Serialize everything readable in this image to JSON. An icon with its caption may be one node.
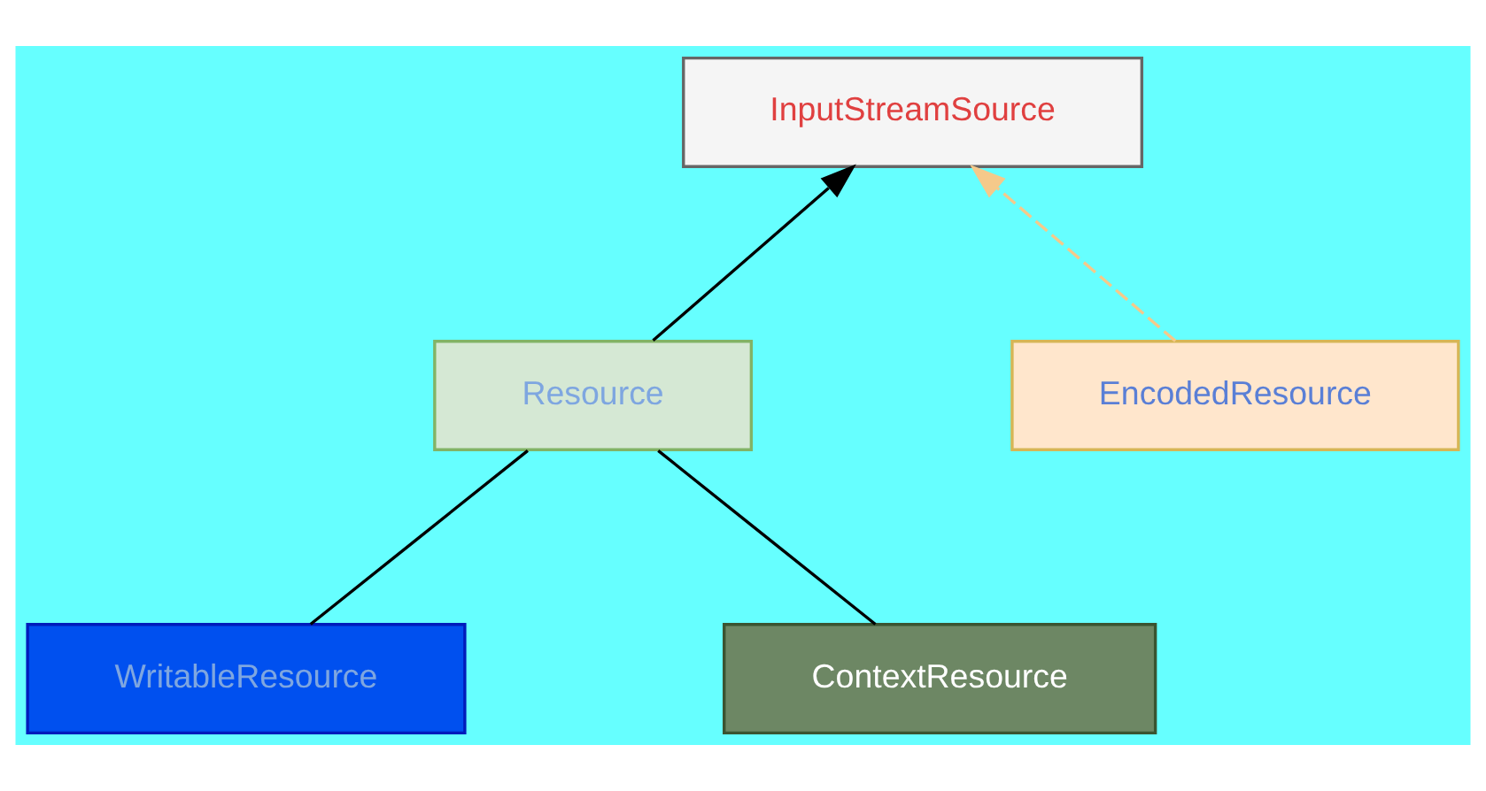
{
  "diagram": {
    "nodes": [
      {
        "text": [
          "InputStreamSource"
        ]
      },
      {
        "text": [
          "Resource"
        ]
      },
      {
        "text": [
          "EncodedResource"
        ]
      },
      {
        "text": [
          "WritableResource"
        ]
      },
      {
        "text": [
          "ContextResource"
        ]
      }
    ],
    "edges": [
      {
        "from": 1,
        "to": 0,
        "arrow": "to"
      },
      {
        "from": 2,
        "to": 0,
        "arrow": "to",
        "style": "dashed",
        "color": "#f5c98a"
      },
      {
        "from": 1,
        "to": 3,
        "arrow": "none"
      },
      {
        "from": 1,
        "to": 4,
        "arrow": "none"
      }
    ]
  }
}
